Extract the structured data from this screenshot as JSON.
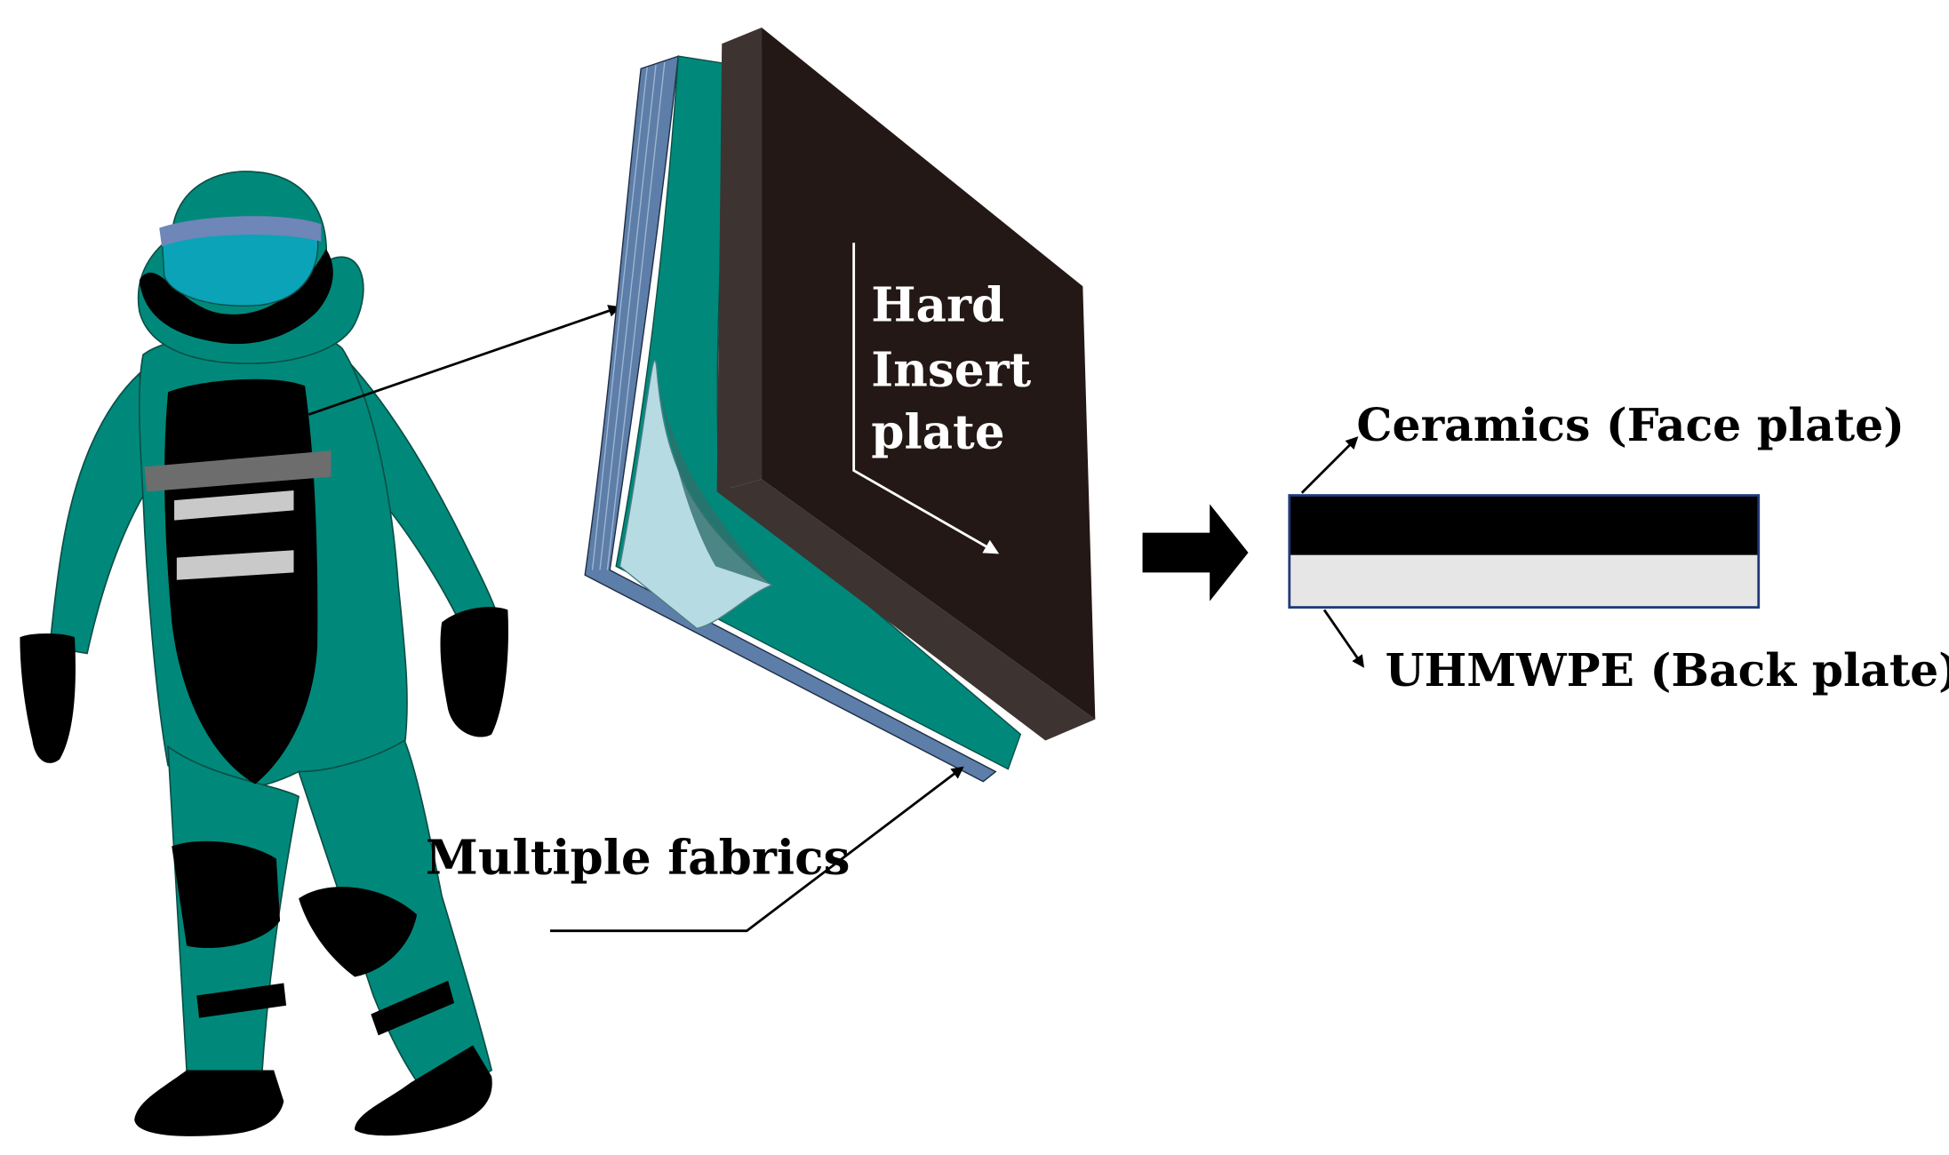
{
  "labels": {
    "hard_insert_line1": "Hard",
    "hard_insert_line2": "Insert",
    "hard_insert_line3": "plate",
    "multiple_fabrics": "Multiple fabrics",
    "ceramics": "Ceramics (Face plate)",
    "uhmwpe": "UHMWPE (Back plate)"
  },
  "colors": {
    "suit_teal": "#00897b",
    "suit_outline": "#0b4f47",
    "visor_blue": "#0aa3b8",
    "visor_band": "#6f86b8",
    "armor_black": "#000000",
    "chest_strap": "#6d6d6d",
    "reflective_strip": "#c9c9c9",
    "plate_dark": "#231815",
    "plate_edge": "#3d3331",
    "fabric_blue": "#5d7ea8",
    "fabric_light": "#b7dbe3",
    "face_plate": "#000000",
    "back_plate": "#e6e6e6",
    "stack_border": "#1f3a7a"
  }
}
